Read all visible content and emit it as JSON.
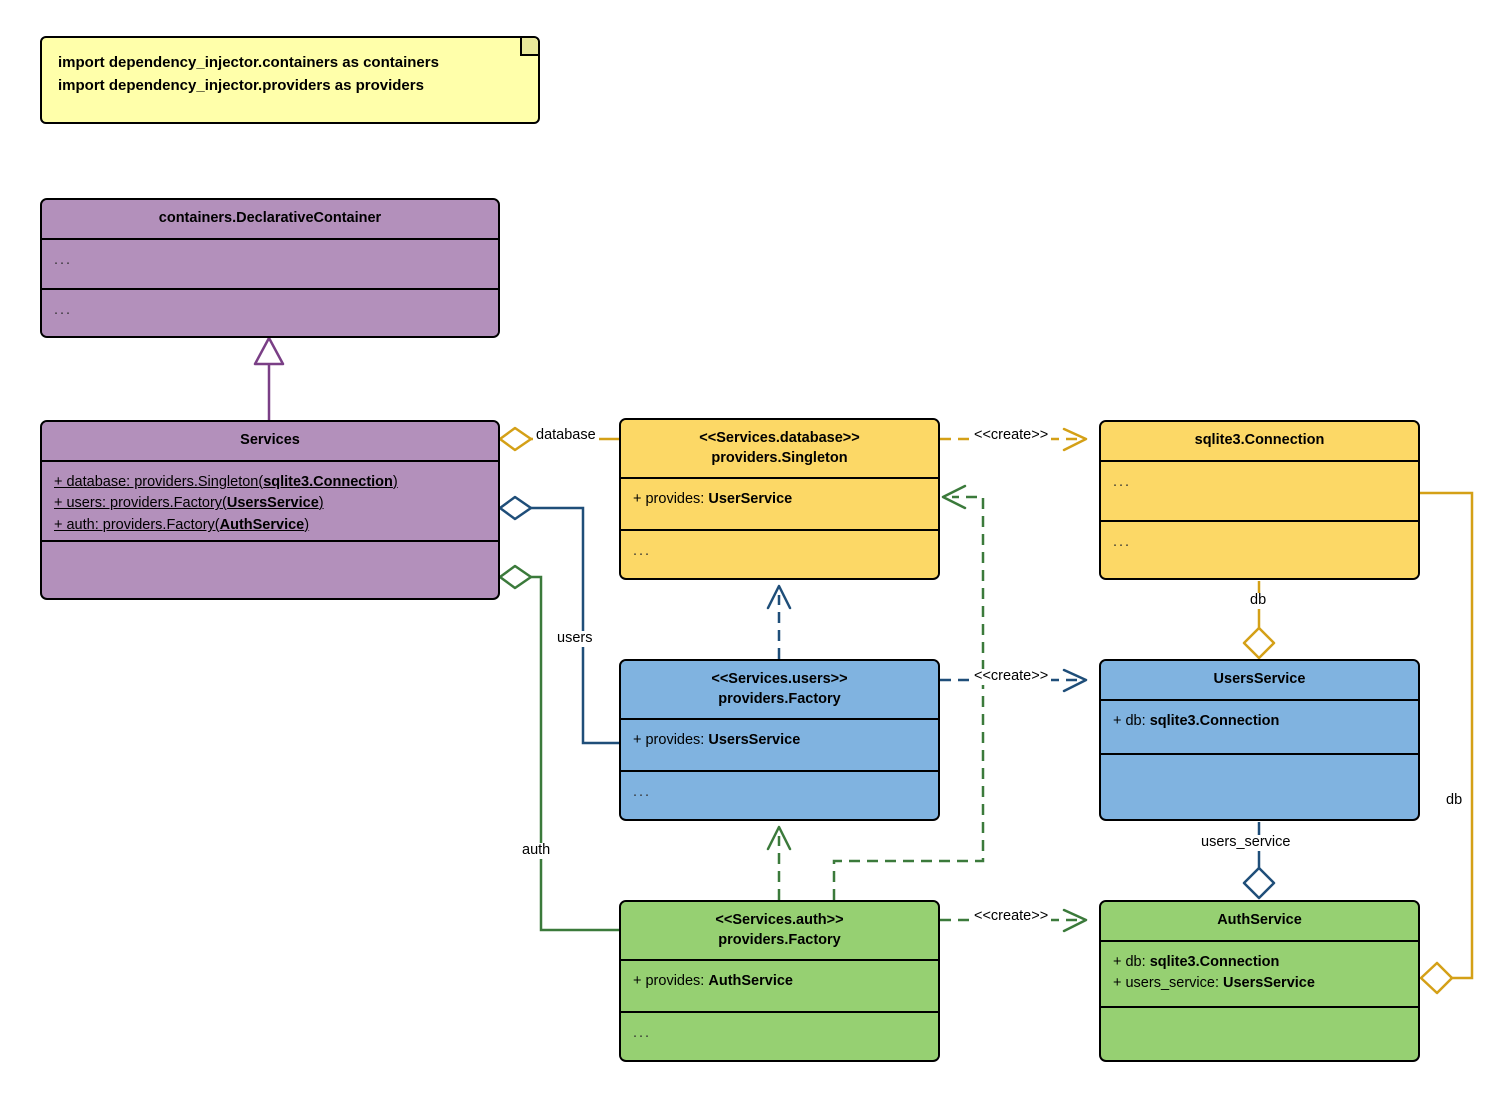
{
  "diagram": {
    "title": "Dependency Injector containers UML class diagram",
    "type": "uml-class-diagram"
  },
  "note": {
    "name": "imports-note",
    "text": "import dependency_injector.containers as containers\nimport dependency_injector.providers as providers"
  },
  "palette": {
    "purple": "#b390bb",
    "purple_stroke": "#7a3f86",
    "gold": "#fcd866",
    "gold_stroke": "#d4a017",
    "blue": "#80b3e0",
    "blue_stroke": "#1f4e79",
    "green": "#96d072",
    "green_stroke": "#3b7a3b",
    "border": "#000000",
    "note_fill": "#ffffaa",
    "canvas": "#ffffff"
  },
  "classes": {
    "declarative_container": {
      "name": "containers.DeclarativeContainer",
      "title": "containers.DeclarativeContainer",
      "attributes": [
        "..."
      ],
      "operations": [
        "..."
      ]
    },
    "services": {
      "name": "Services",
      "title": "Services",
      "attributes": [
        {
          "prefix": "+ database: providers.Singleton(",
          "bold": "sqlite3.Connection",
          "suffix": ")"
        },
        {
          "prefix": "+ users: providers.Factory(",
          "bold": "UsersService",
          "suffix": ")"
        },
        {
          "prefix": "+ auth: providers.Factory(",
          "bold": "AuthService",
          "suffix": ")"
        }
      ],
      "operations": []
    },
    "services_database": {
      "stereotype": "<<Services.database>>",
      "title": "providers.Singleton",
      "attributes": [
        {
          "prefix": "+ provides: ",
          "bold": "UserService",
          "suffix": ""
        }
      ],
      "operations": [
        "..."
      ]
    },
    "services_users": {
      "stereotype": "<<Services.users>>",
      "title": "providers.Factory",
      "attributes": [
        {
          "prefix": "+ provides: ",
          "bold": "UsersService",
          "suffix": ""
        }
      ],
      "operations": [
        "..."
      ]
    },
    "services_auth": {
      "stereotype": "<<Services.auth>>",
      "title": "providers.Factory",
      "attributes": [
        {
          "prefix": "+ provides: ",
          "bold": "AuthService",
          "suffix": ""
        }
      ],
      "operations": [
        "..."
      ]
    },
    "sqlite_connection": {
      "title": "sqlite3.Connection",
      "attributes": [
        "..."
      ],
      "operations": [
        "..."
      ]
    },
    "users_service": {
      "title": "UsersService",
      "attributes": [
        {
          "prefix": "+ db: ",
          "bold": "sqlite3.Connection",
          "suffix": ""
        }
      ],
      "operations": []
    },
    "auth_service": {
      "title": "AuthService",
      "attributes": [
        {
          "prefix": "+ db: ",
          "bold": "sqlite3.Connection",
          "suffix": ""
        },
        {
          "prefix": "+ users_service: ",
          "bold": "UsersService",
          "suffix": ""
        }
      ],
      "operations": []
    }
  },
  "edges": {
    "generalization_services_to_container": {
      "label": "",
      "kind": "generalization"
    },
    "aggregation_database": {
      "label": "database",
      "kind": "aggregation",
      "color": "#d4a017"
    },
    "aggregation_users": {
      "label": "users",
      "kind": "aggregation",
      "color": "#1f4e79"
    },
    "aggregation_auth": {
      "label": "auth",
      "kind": "aggregation",
      "color": "#3b7a3b"
    },
    "create_database": {
      "label": "<<create>>",
      "kind": "dependency",
      "color": "#d4a017"
    },
    "create_users": {
      "label": "<<create>>",
      "kind": "dependency",
      "color": "#1f4e79"
    },
    "create_auth": {
      "label": "<<create>>",
      "kind": "dependency",
      "color": "#3b7a3b"
    },
    "dep_users_to_database": {
      "label": "",
      "kind": "dependency",
      "color": "#1f4e79"
    },
    "dep_auth_to_users": {
      "label": "",
      "kind": "dependency",
      "color": "#3b7a3b"
    },
    "dep_auth_to_database": {
      "label": "",
      "kind": "dependency",
      "color": "#3b7a3b"
    },
    "aggregation_db_users": {
      "label": "db",
      "kind": "aggregation",
      "color": "#d4a017"
    },
    "aggregation_db_auth": {
      "label": "db",
      "kind": "aggregation",
      "color": "#d4a017"
    },
    "aggregation_users_service": {
      "label": "users_service",
      "kind": "aggregation",
      "color": "#1f4e79"
    }
  }
}
